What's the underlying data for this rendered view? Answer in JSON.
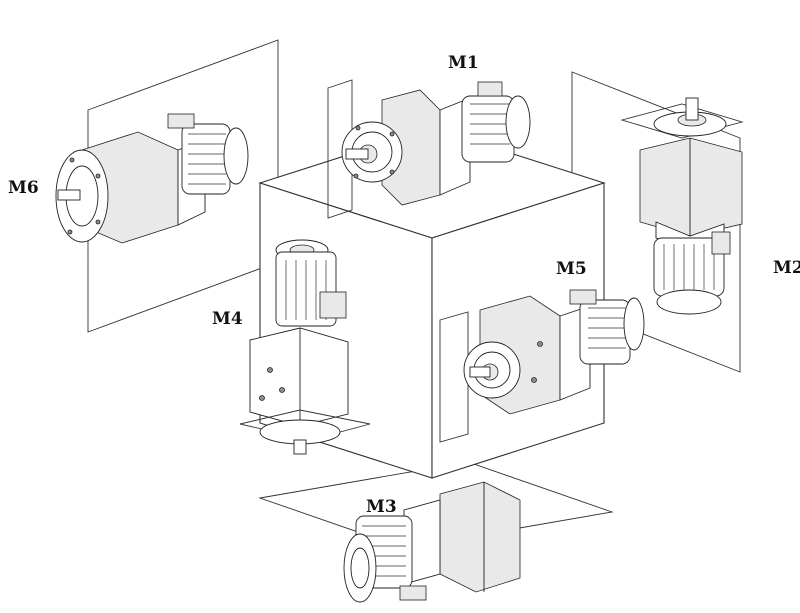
{
  "diagram": {
    "labels": {
      "m1": "M1",
      "m2": "M2",
      "m3": "M3",
      "m4": "M4",
      "m5": "M5",
      "m6": "M6"
    },
    "colors": {
      "line": "#222222",
      "background": "#ffffff",
      "shade": "#e9e9e9"
    }
  }
}
